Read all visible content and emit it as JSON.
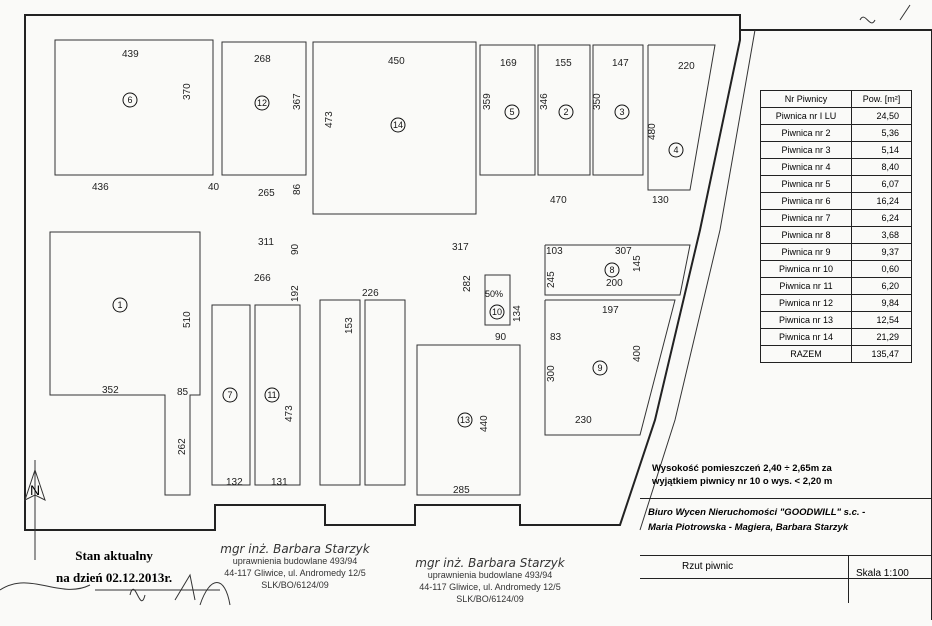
{
  "rooms": [
    "6",
    "12",
    "14",
    "5",
    "2",
    "3",
    "4",
    "1",
    "7",
    "11",
    "13",
    "10",
    "8",
    "9"
  ],
  "room10_note": "50%",
  "dimensions": [
    "439",
    "370",
    "436",
    "40",
    "268",
    "367",
    "265",
    "86",
    "450",
    "473",
    "169",
    "155",
    "147",
    "220",
    "359",
    "346",
    "350",
    "480",
    "470",
    "130",
    "311",
    "90",
    "317",
    "266",
    "192",
    "226",
    "153",
    "103",
    "307",
    "145",
    "200",
    "245",
    "282",
    "134",
    "90",
    "197",
    "83",
    "510",
    "352",
    "85",
    "262",
    "473",
    "440",
    "300",
    "400",
    "230",
    "132",
    "131",
    "285"
  ],
  "table": {
    "headers": [
      "Nr Piwnicy",
      "Pow. [m²]"
    ],
    "rows": [
      [
        "Piwnica nr I LU",
        "24,50"
      ],
      [
        "Piwnica nr 2",
        "5,36"
      ],
      [
        "Piwnica nr 3",
        "5,14"
      ],
      [
        "Piwnica nr 4",
        "8,40"
      ],
      [
        "Piwnica nr 5",
        "6,07"
      ],
      [
        "Piwnica nr 6",
        "16,24"
      ],
      [
        "Piwnica nr 7",
        "6,24"
      ],
      [
        "Piwnica nr 8",
        "3,68"
      ],
      [
        "Piwnica nr 9",
        "9,37"
      ],
      [
        "Piwnica nr 10",
        "0,60"
      ],
      [
        "Piwnica nr 11",
        "6,20"
      ],
      [
        "Piwnica nr 12",
        "9,84"
      ],
      [
        "Piwnica nr 13",
        "12,54"
      ],
      [
        "Piwnica nr 14",
        "21,29"
      ],
      [
        "RAZEM",
        "135,47"
      ]
    ]
  },
  "height_note": [
    "Wysokość pomieszczeń  2,40 ÷ 2,65m  za",
    "wyjątkiem piwnicy nr 10  o wys. < 2,20 m"
  ],
  "office": [
    "Biuro Wycen Nieruchomości  \"GOODWILL\" s.c. -",
    "Maria Piotrowska - Magiera,   Barbara Starzyk"
  ],
  "drawing_title": "Rzut piwnic",
  "scale": "Skala 1:100",
  "status": [
    "Stan aktualny",
    "na dzień 02.12.2013r."
  ],
  "stamp": [
    "mgr inż. Barbara Starzyk",
    "uprawnienia budowlane 493/94",
    "44-117 Gliwice, ul. Andromedy 12/5",
    "SLK/BO/6124/09"
  ],
  "north": "N",
  "colors": {
    "room6": "#c070b0",
    "room1": "#30b0d0"
  }
}
